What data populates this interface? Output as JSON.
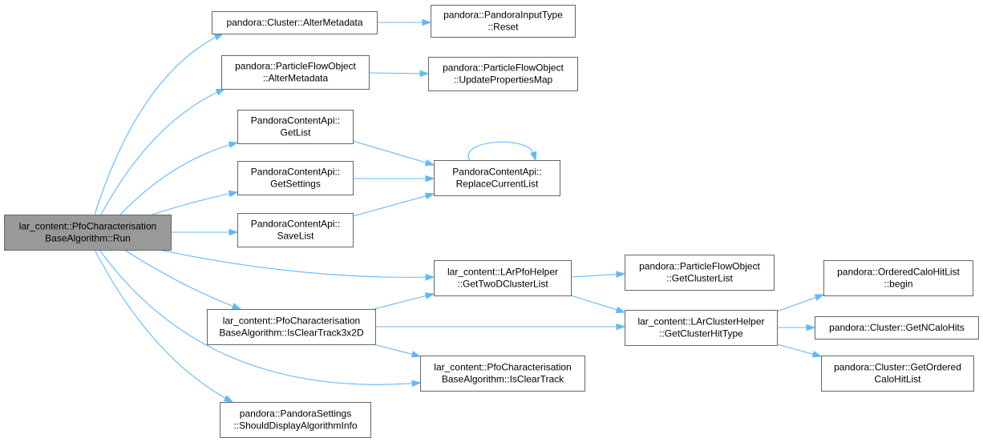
{
  "nodes": {
    "run": [
      "lar_content::PfoCharacterisation",
      "BaseAlgorithm::Run"
    ],
    "cluster_alter": [
      "pandora::Cluster::AlterMetadata"
    ],
    "input_reset": [
      "pandora::PandoraInputType",
      "::Reset"
    ],
    "pfo_alter": [
      "pandora::ParticleFlowObject",
      "::AlterMetadata"
    ],
    "pfo_update": [
      "pandora::ParticleFlowObject",
      "::UpdatePropertiesMap"
    ],
    "get_list": [
      "PandoraContentApi::",
      "GetList"
    ],
    "get_settings": [
      "PandoraContentApi::",
      "GetSettings"
    ],
    "save_list": [
      "PandoraContentApi::",
      "SaveList"
    ],
    "replace_list": [
      "PandoraContentApi::",
      "ReplaceCurrentList"
    ],
    "two_d": [
      "lar_content::LArPfoHelper",
      "::GetTwoDClusterList"
    ],
    "pfo_cluster_list": [
      "pandora::ParticleFlowObject",
      "::GetClusterList"
    ],
    "clear3x2d": [
      "lar_content::PfoCharacterisation",
      "BaseAlgorithm::IsClearTrack3x2D"
    ],
    "cluster_hit_type": [
      "lar_content::LArClusterHelper",
      "::GetClusterHitType"
    ],
    "ordered_begin": [
      "pandora::OrderedCaloHitList",
      "::begin"
    ],
    "n_calo": [
      "pandora::Cluster::GetNCaloHits"
    ],
    "ordered_list": [
      "pandora::Cluster::GetOrdered",
      "CaloHitList"
    ],
    "clear_track": [
      "lar_content::PfoCharacterisation",
      "BaseAlgorithm::IsClearTrack"
    ],
    "display_info": [
      "pandora::PandoraSettings",
      "::ShouldDisplayAlgorithmInfo"
    ]
  },
  "colors": {
    "edge": "#63b8ff",
    "node_border": "#666666",
    "root_fill": "#999999"
  }
}
